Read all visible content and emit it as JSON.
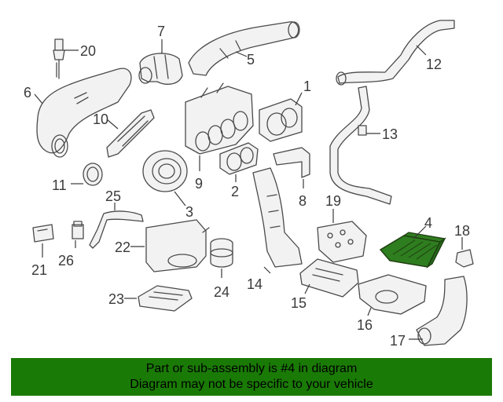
{
  "diagram": {
    "labels": {
      "p1": "1",
      "p2": "2",
      "p3": "3",
      "p4": "4",
      "p5": "5",
      "p6": "6",
      "p7": "7",
      "p8": "8",
      "p9": "9",
      "p10": "10",
      "p11": "11",
      "p12": "12",
      "p13": "13",
      "p14": "14",
      "p15": "15",
      "p16": "16",
      "p17": "17",
      "p18": "18",
      "p19": "19",
      "p20": "20",
      "p21": "21",
      "p22": "22",
      "p23": "23",
      "p24": "24",
      "p25": "25",
      "p26": "26"
    },
    "highlight_color": "#2e7d1f"
  },
  "banner": {
    "line1": "Part or sub-assembly is #4 in diagram",
    "line2": "Diagram may not be specific to your vehicle",
    "background": "#1a7a06"
  }
}
